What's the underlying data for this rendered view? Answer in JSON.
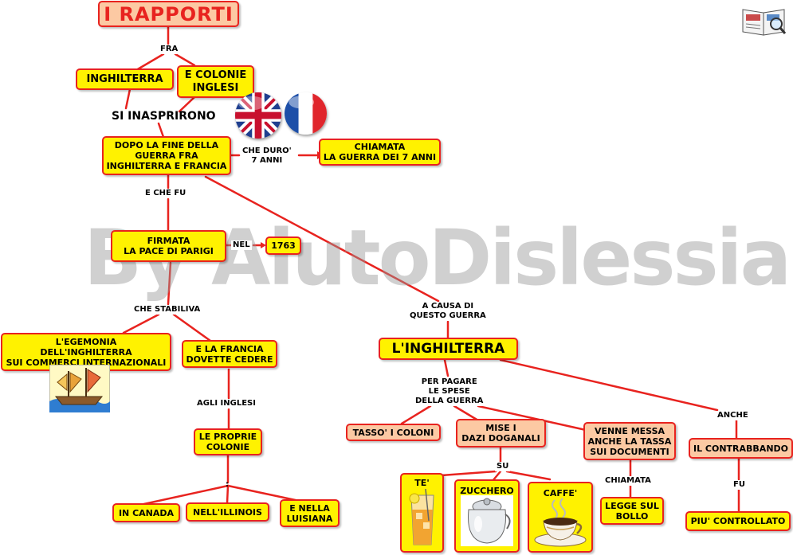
{
  "title": "I RAPPORTI",
  "nodes": {
    "inghilterra": "INGHILTERRA",
    "colonie_inglesi": "E COLONIE\nINGLESI",
    "dopo_guerra": "DOPO LA FINE DELLA\nGUERRA FRA\nINGHILTERRA E FRANCIA",
    "guerra_7_anni": "CHIAMATA\nLA GUERRA DEI 7 ANNI",
    "pace_parigi": "FIRMATA\nLA PACE DI PARIGI",
    "anno": "1763",
    "egemonia": "L'EGEMONIA\nDELL'INGHILTERRA\nSUI COMMERCI INTERNAZIONALI",
    "francia_cedere": "E LA FRANCIA\nDOVETTE CEDERE",
    "proprie_colonie": "LE PROPRIE\nCOLONIE",
    "canada": "IN CANADA",
    "illinois": "NELL'ILLINOIS",
    "luisiana": "E NELLA\nLUISIANA",
    "inghilterra2": "L'INGHILTERRA",
    "tasso_coloni": "TASSO' I COLONI",
    "dazi": "MISE I\nDAZI DOGANALI",
    "tassa_documenti": "VENNE MESSA\nANCHE LA TASSA\nSUI DOCUMENTI",
    "contrabbando": "IL CONTRABBANDO",
    "legge_bollo": "LEGGE SUL\nBOLLO",
    "piu_controllato": "PIU' CONTROLLATO",
    "te": "TE'",
    "zucchero": "ZUCCHERO",
    "caffe": "CAFFE'"
  },
  "links": {
    "fra": "FRA",
    "si_inasprirono": "SI INASPRIRONO",
    "che_duro": "CHE DURO'\n7 ANNI",
    "e_che_fu": "E CHE FU",
    "nel": "NEL",
    "che_stabiliva": "CHE STABILIVA",
    "agli_inglesi": "AGLI INGLESI",
    "colon": ":",
    "a_causa": "A CAUSA DI\nQUESTO GUERRA",
    "per_pagare": "PER PAGARE\nLE SPESE\nDELLA GUERRA",
    "su": "SU",
    "chiamata": "CHIAMATA",
    "anche": "ANCHE",
    "fu": "FU"
  },
  "watermark": "By AiutoDislessia.net",
  "colors": {
    "border": "#e8231f",
    "yellow": "#fff200",
    "salmon": "#fcc9a3"
  },
  "icons": [
    "uk-flag-icon",
    "france-flag-icon",
    "book-magnifier-icon",
    "ship-icon",
    "tea-glass-icon",
    "sugar-bowl-icon",
    "coffee-cup-icon"
  ]
}
